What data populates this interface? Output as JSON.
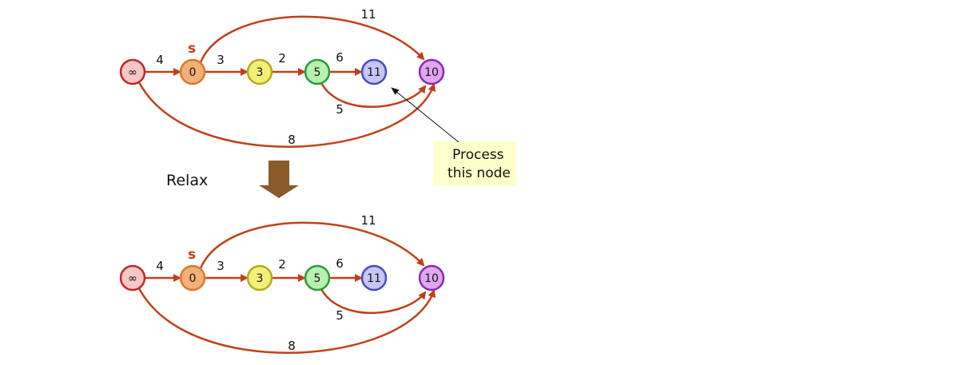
{
  "colors": {
    "edge": "#c0401a",
    "relax_arrow": "#8b5a2b",
    "note_bg": "#ffffcc",
    "source_label": "#c0401a"
  },
  "graphs": [
    {
      "source_label": "s",
      "nodes": [
        {
          "id": "inf",
          "label": "∞",
          "fill": "#f7c6c6",
          "stroke": "#c0262a"
        },
        {
          "id": "s",
          "label": "0",
          "fill": "#f5b07a",
          "stroke": "#d97a2a"
        },
        {
          "id": "a",
          "label": "3",
          "fill": "#f3f07a",
          "stroke": "#b3ac1a"
        },
        {
          "id": "b",
          "label": "5",
          "fill": "#b8f0b0",
          "stroke": "#2a9a3a"
        },
        {
          "id": "c",
          "label": "11",
          "fill": "#c6c6f7",
          "stroke": "#4a4ac0"
        },
        {
          "id": "d",
          "label": "10",
          "fill": "#e0a6f0",
          "stroke": "#8a2ab0"
        }
      ],
      "edges": [
        {
          "from": "inf",
          "to": "s",
          "weight": "4"
        },
        {
          "from": "s",
          "to": "a",
          "weight": "3"
        },
        {
          "from": "a",
          "to": "b",
          "weight": "2"
        },
        {
          "from": "b",
          "to": "c",
          "weight": "6"
        },
        {
          "from": "s",
          "to": "d",
          "weight": "11"
        },
        {
          "from": "b",
          "to": "d",
          "weight": "5"
        },
        {
          "from": "inf",
          "to": "d",
          "weight": "8"
        }
      ]
    },
    {
      "source_label": "s",
      "nodes": [
        {
          "id": "inf",
          "label": "∞",
          "fill": "#f7c6c6",
          "stroke": "#c0262a"
        },
        {
          "id": "s",
          "label": "0",
          "fill": "#f5b07a",
          "stroke": "#d97a2a"
        },
        {
          "id": "a",
          "label": "3",
          "fill": "#f3f07a",
          "stroke": "#b3ac1a"
        },
        {
          "id": "b",
          "label": "5",
          "fill": "#b8f0b0",
          "stroke": "#2a9a3a"
        },
        {
          "id": "c",
          "label": "11",
          "fill": "#c6c6f7",
          "stroke": "#4a4ac0"
        },
        {
          "id": "d",
          "label": "10",
          "fill": "#e0a6f0",
          "stroke": "#8a2ab0"
        }
      ],
      "edges": [
        {
          "from": "inf",
          "to": "s",
          "weight": "4"
        },
        {
          "from": "s",
          "to": "a",
          "weight": "3"
        },
        {
          "from": "a",
          "to": "b",
          "weight": "2"
        },
        {
          "from": "b",
          "to": "c",
          "weight": "6"
        },
        {
          "from": "s",
          "to": "d",
          "weight": "11"
        },
        {
          "from": "b",
          "to": "d",
          "weight": "5"
        },
        {
          "from": "inf",
          "to": "d",
          "weight": "8"
        }
      ]
    }
  ],
  "relax_label": "Relax",
  "note": {
    "line1": "Process",
    "line2": "this node"
  }
}
